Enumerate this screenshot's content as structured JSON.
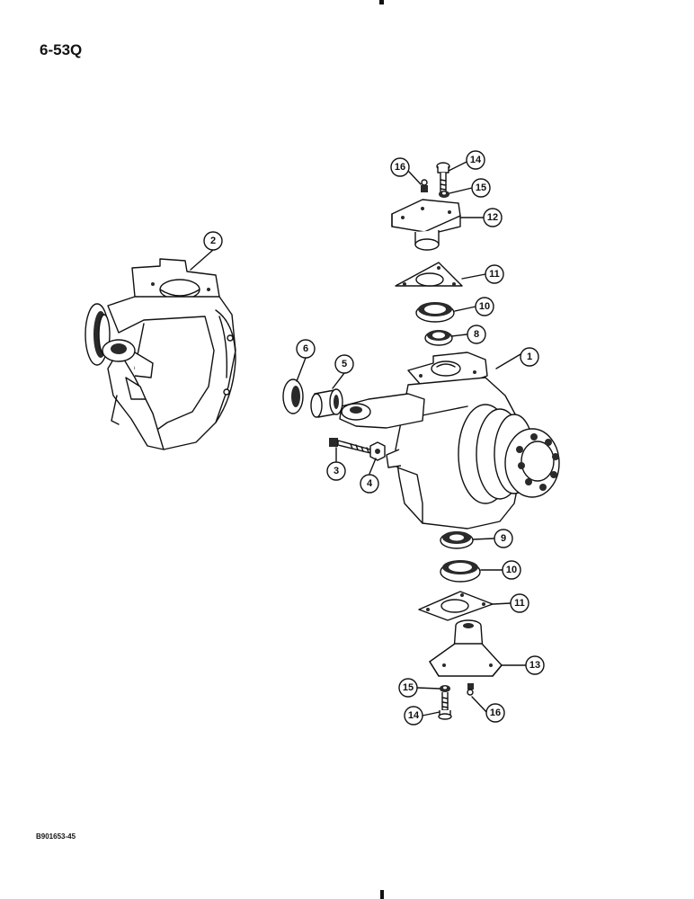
{
  "page": {
    "number": "6-53Q",
    "figure_code": "B901653-45"
  },
  "callouts": [
    "1",
    "2",
    "3",
    "4",
    "5",
    "6",
    "8",
    "9",
    "10",
    "10",
    "11",
    "11",
    "12",
    "13",
    "14",
    "14",
    "15",
    "15",
    "16",
    "16"
  ]
}
